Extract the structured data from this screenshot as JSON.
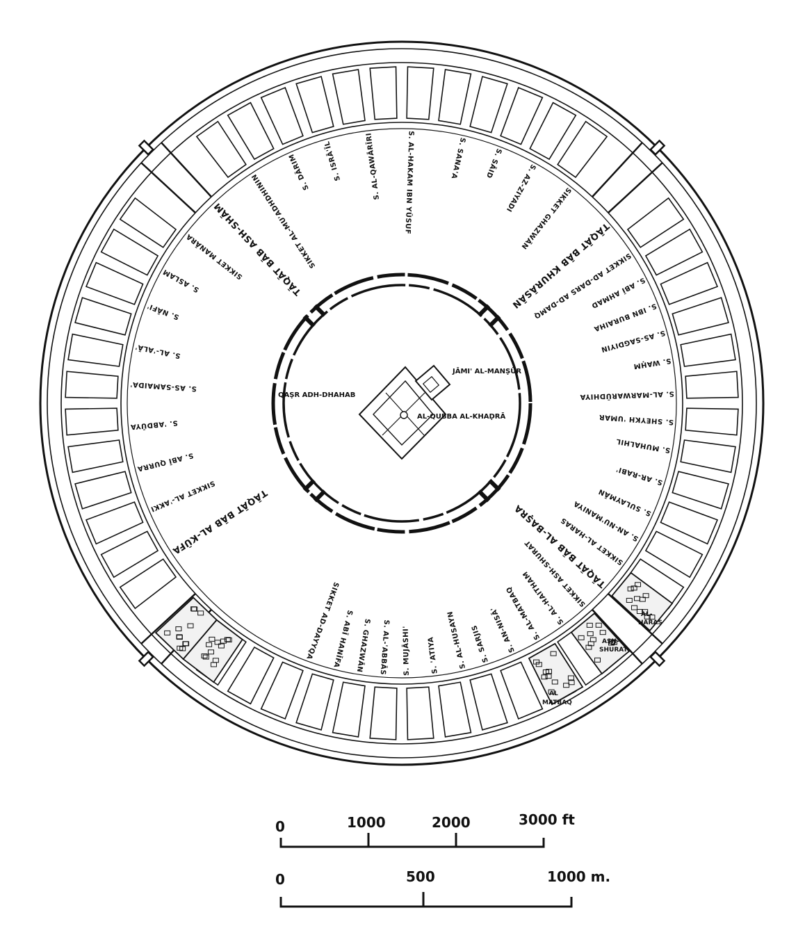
{
  "labels": {
    "outer_ring": [
      {
        "id": "dayyqa",
        "text": "SIKKET AD-DAYYQA",
        "angle": 200
      },
      {
        "id": "abi-hanifa",
        "text": "S. ABĪ HANĪFA",
        "angle": 194
      },
      {
        "id": "ghazwan-s",
        "text": "S. GHAZWĀN",
        "angle": 189
      },
      {
        "id": "al-abbas",
        "text": "S. AL-'ABBĀS",
        "angle": 184
      },
      {
        "id": "mujashi",
        "text": "S. MUJĀSHI'",
        "angle": 179
      },
      {
        "id": "atiya",
        "text": "S. 'ATIYA",
        "angle": 173
      },
      {
        "id": "al-husayn",
        "text": "S. AL-HUSAYN",
        "angle": 167
      },
      {
        "id": "sarjis",
        "text": "S. SARJIS",
        "angle": 162
      },
      {
        "id": "an-nisa",
        "text": "S. AN-NISĀ'",
        "angle": 156
      },
      {
        "id": "al-matbaq-s",
        "text": "S. AL-MATBAQ",
        "angle": 150
      },
      {
        "id": "al-haitham",
        "text": "S. AL-HAITHAM",
        "angle": 144
      },
      {
        "id": "ash-shurat",
        "text": "SIKKET ASH-SHURAT",
        "angle": 138
      },
      {
        "id": "bab-basra",
        "text": "TĀQĀT BĀB AL-BAṢRA",
        "angle": 132,
        "big": true
      },
      {
        "id": "al-harras",
        "text": "SIKKET AL-HARAS",
        "angle": 126
      },
      {
        "id": "an-numaniya",
        "text": "S. AN-NU'MANIYA",
        "angle": 120
      },
      {
        "id": "sulayman",
        "text": "S. SULAYMĀN",
        "angle": 114
      },
      {
        "id": "ar-rabi",
        "text": "S. AR-RABI'",
        "angle": 107
      },
      {
        "id": "muhalhil",
        "text": "S. MUHALHIL",
        "angle": 100
      },
      {
        "id": "sheykh-umar",
        "text": "S. SHEYKH 'UMAR",
        "angle": 94
      },
      {
        "id": "marwarudhiya",
        "text": "S. AL-MARWARŪDHIYA",
        "angle": 88
      },
      {
        "id": "wahm",
        "text": "S. WAḤM",
        "angle": 81
      },
      {
        "id": "saghdiyin",
        "text": "S. AS-SAGDIYIN",
        "angle": 75
      },
      {
        "id": "ibn-buraiha",
        "text": "S. IBN BURAIHA",
        "angle": 69
      },
      {
        "id": "abi-ahmad",
        "text": "S. ABĪ AHMAD",
        "angle": 63
      },
      {
        "id": "dars-ad-damq",
        "text": "SIKKET AD-DARS AD-DAMQ",
        "angle": 57
      },
      {
        "id": "bab-khurasan",
        "text": "TĀQĀT BĀB KHURĀSĀN",
        "angle": 49,
        "big": true
      },
      {
        "id": "ghazwan-n",
        "text": "SIKKET GHAZWĀN",
        "angle": 38
      },
      {
        "id": "az-ziyadi",
        "text": "S. AZ-ZIYADI",
        "angle": 29
      },
      {
        "id": "said",
        "text": "S. SĀID",
        "angle": 21
      },
      {
        "id": "sanaa",
        "text": "S. SANA'A",
        "angle": 13
      },
      {
        "id": "hakam",
        "text": "S. AL-HAKAM IBN YŪSUF",
        "angle": 2
      },
      {
        "id": "qawariri",
        "text": "S. AL-QAWĀRĪRI",
        "angle": -7
      },
      {
        "id": "israil",
        "text": "S. ISRĀ'ĪL",
        "angle": -16
      },
      {
        "id": "darim",
        "text": "S. DĀRIM",
        "angle": -24
      },
      {
        "id": "muadhdhinin",
        "text": "SIKKET AL-MU'ADHDHININ",
        "angle": -33
      },
      {
        "id": "bab-sham",
        "text": "TĀQĀT BĀB ASH-SHĀM",
        "angle": -43,
        "big": true
      },
      {
        "id": "manara",
        "text": "SIKKET MANĀRA",
        "angle": -52
      },
      {
        "id": "aslam",
        "text": "S. ASLAM",
        "angle": -61
      },
      {
        "id": "nafi",
        "text": "S. NĀFI'",
        "angle": -69
      },
      {
        "id": "al-ala",
        "text": "S. AL-'ALĀ'",
        "angle": -78
      },
      {
        "id": "as-samaida",
        "text": "S. AS-SAMAIDA'",
        "angle": -86
      },
      {
        "id": "abduya",
        "text": "S. 'ABDŪYA",
        "angle": -95
      },
      {
        "id": "abi-qurra",
        "text": "S. ABĪ QURRA",
        "angle": -104
      },
      {
        "id": "al-akki",
        "text": "SIKKET AL-'AKKI",
        "angle": -113
      },
      {
        "id": "bab-kufa",
        "text": "TĀQĀT BĀB AL-KŪFA",
        "angle": -123,
        "big": true
      }
    ],
    "center": {
      "jami": "JĀMI' AL-MANṢŪR",
      "qasr": "QAṢR ADH-DHAHAB",
      "qubba": "AL-QUBBA AL-KHAḌRĀ"
    },
    "districts": {
      "matbaq": [
        "AL",
        "MATBAQ"
      ],
      "shurat": [
        "ASH-",
        "SHURAT"
      ],
      "haras": [
        "AL-",
        "HARAS"
      ]
    }
  },
  "scale": {
    "feet": {
      "ticks": [
        "0",
        "1000",
        "2000",
        "3000 ft"
      ]
    },
    "meters": {
      "ticks": [
        "0",
        "500",
        "1000 m."
      ]
    }
  }
}
